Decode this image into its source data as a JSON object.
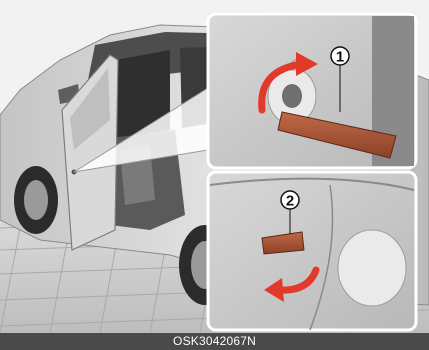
{
  "caption": "OSK3042067N",
  "callouts": [
    "1",
    "2"
  ],
  "colors": {
    "background": "#f2f2f2",
    "car_body": "#cfcfcf",
    "tool": "#a8583a",
    "arrow": "#e23a2a",
    "caption_bar": "#4a4a4a"
  }
}
